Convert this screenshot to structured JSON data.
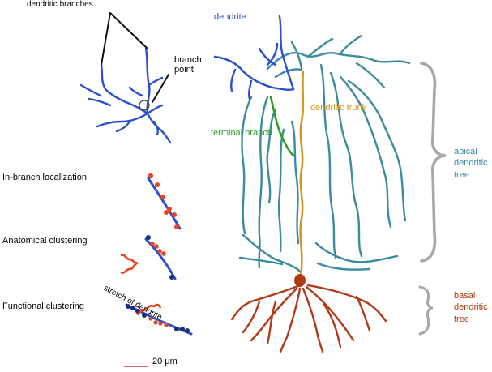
{
  "labels": {
    "dendritic_branches": "dendritic branches",
    "branch_point": "branch\npoint",
    "in_branch": "In-branch localization",
    "anatomical": "Anatomical clustering",
    "functional": "Functional clustering",
    "stretch": "stretch of dendrite",
    "scale": "20 μm",
    "dendrite": "dendrite",
    "dendritic_trunk": "dendritic trunk",
    "terminal_branch": "terminal branch",
    "apical": "apical\ndendritic\ntree",
    "basal": "basal\ndendritic\ntree"
  },
  "colors": {
    "blue": "#2a4fd0",
    "teal": "#3c8c9e",
    "orange": "#d9951f",
    "green": "#2aa02a",
    "red": "#e8431f",
    "darkblue": "#1a2f7a",
    "brown": "#b03a15",
    "grey": "#a8a8a8"
  }
}
